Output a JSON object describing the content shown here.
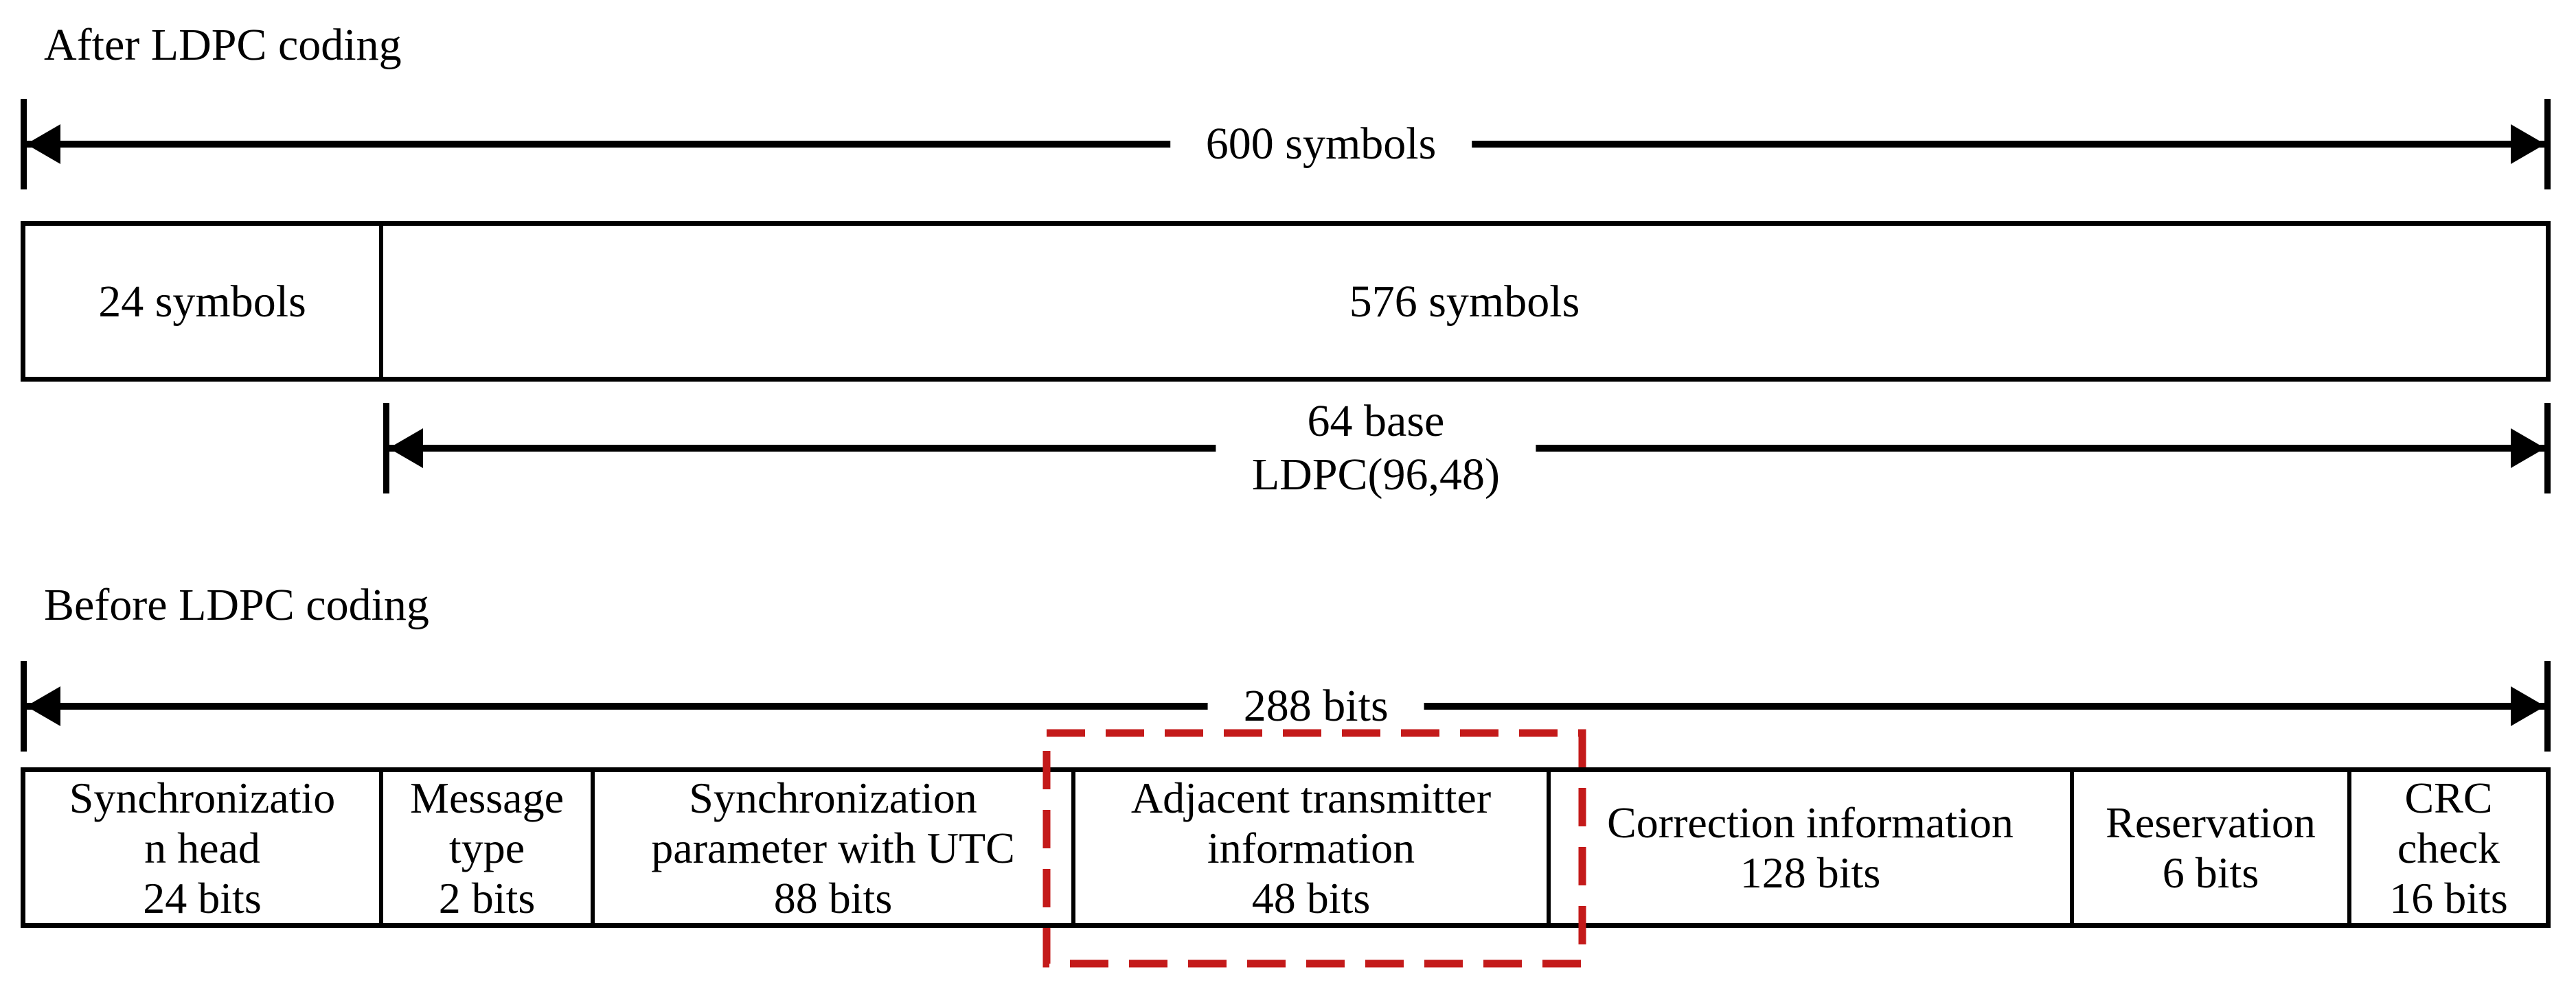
{
  "colors": {
    "ink": "#000000",
    "background": "#ffffff",
    "highlight_red": "#c41a1a"
  },
  "after_section": {
    "title": "After LDPC coding",
    "span_arrow": {
      "label": "600 symbols"
    },
    "frame_cells": [
      {
        "label": "24 symbols"
      },
      {
        "label": "576 symbols"
      }
    ],
    "coded_payload_arrow": {
      "label": "64 base\nLDPC(96,48)"
    }
  },
  "before_section": {
    "title": "Before LDPC coding",
    "span_arrow": {
      "label": "288 bits"
    },
    "frame_cells": [
      {
        "label": "Synchronizatio\nn head\n24 bits"
      },
      {
        "label": "Message\ntype\n2 bits"
      },
      {
        "label": "Synchronization\nparameter with UTC\n88 bits"
      },
      {
        "label": "Adjacent transmitter\ninformation\n48 bits",
        "highlighted": true
      },
      {
        "label": "Correction information\n128 bits"
      },
      {
        "label": "Reservation\n6 bits"
      },
      {
        "label": "CRC\ncheck\n16 bits"
      }
    ]
  }
}
